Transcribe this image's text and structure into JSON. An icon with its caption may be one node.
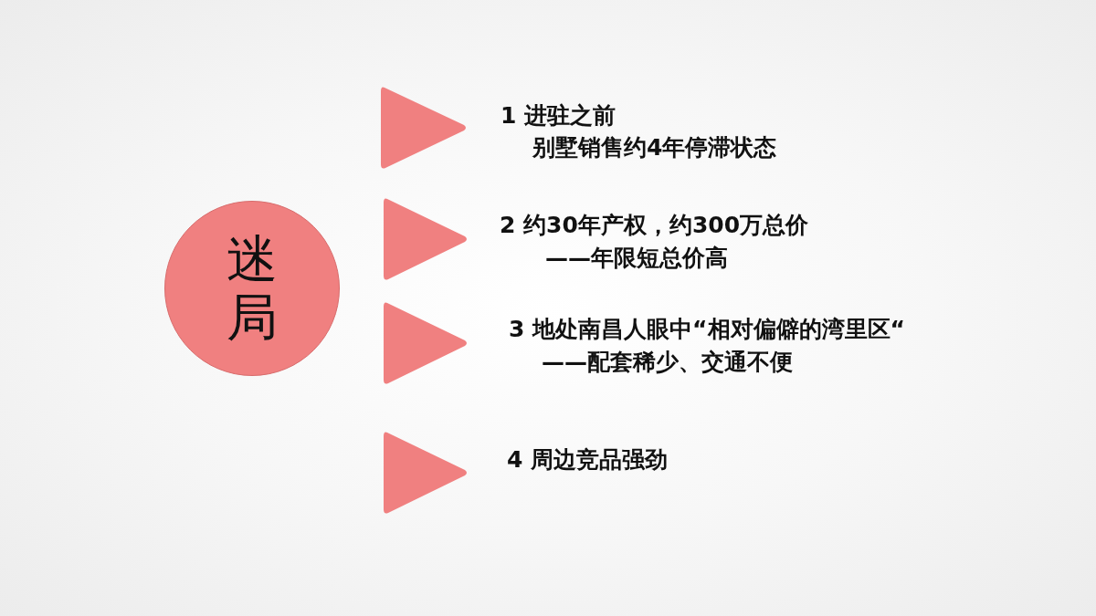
{
  "diagram": {
    "nodes": [
      {
        "text": [
          "迷局"
        ]
      },
      {
        "text": [],
        "shape": "triangle",
        "beside": [
          "1 进驻之前",
          "别墅销售约4年停滞状态"
        ]
      },
      {
        "text": [],
        "shape": "triangle",
        "beside": [
          "2 约30年产权，约300万总价",
          "——年限短总价高"
        ]
      },
      {
        "text": [],
        "shape": "triangle",
        "beside": [
          "3 地处南昌人眼中“相对偏僻的湾里区“",
          "——配套稀少、交通不便"
        ]
      },
      {
        "text": [],
        "shape": "triangle",
        "beside": [
          "4 周边竞品强劲"
        ]
      }
    ]
  }
}
